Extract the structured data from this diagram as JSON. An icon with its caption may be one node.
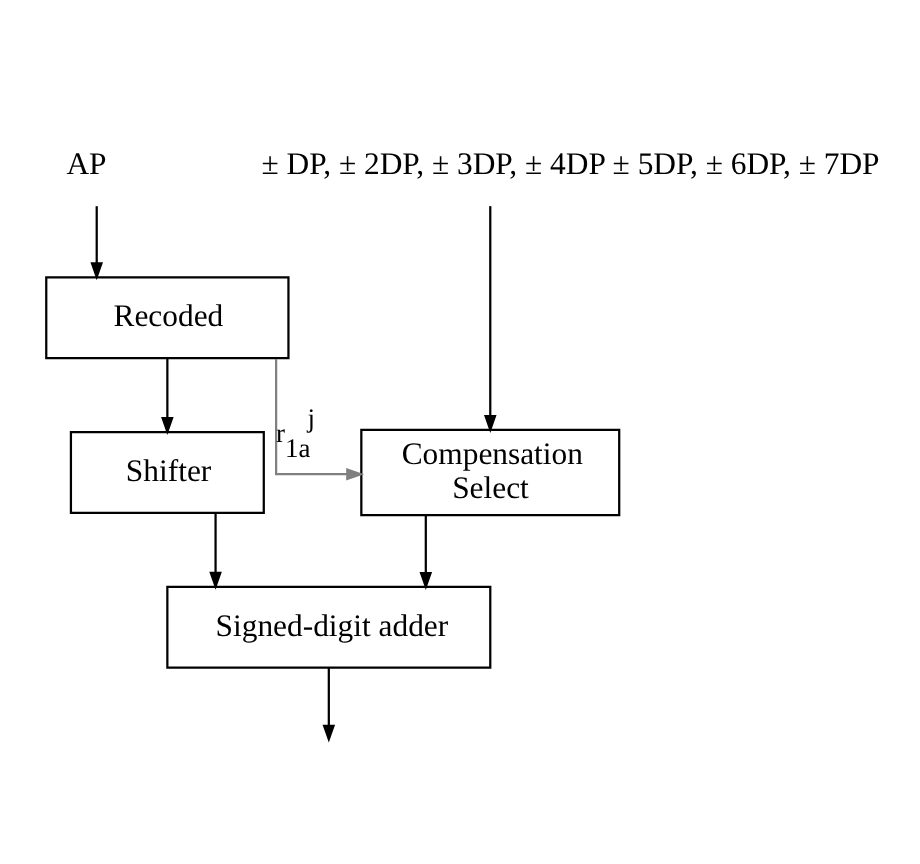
{
  "diagram": {
    "nodes": [
      {
        "text": [
          "AP"
        ]
      },
      {
        "text": [
          "± DP, ± 2DP, ± 3DP, ± 4DP ± 5DP, ± 6DP, ± 7DP"
        ]
      },
      {
        "text": [
          "Recoded"
        ]
      },
      {
        "text": [
          "Shifter"
        ]
      },
      {
        "text": [
          "Compensation Select"
        ]
      },
      {
        "text": [
          "Signed-digit adder"
        ]
      }
    ],
    "edges": [
      {
        "from": 0,
        "to": 2,
        "arrow": "to"
      },
      {
        "from": 1,
        "to": 4,
        "arrow": "to"
      },
      {
        "from": 2,
        "to": 3,
        "arrow": "to"
      },
      {
        "from": 2,
        "to": 4,
        "arrow": "to",
        "label": "r$_{1a}$$^{j}$",
        "color": "#808080"
      },
      {
        "from": 3,
        "to": 5,
        "arrow": "to"
      },
      {
        "from": 4,
        "to": 5,
        "arrow": "to"
      },
      {
        "from": 5,
        "to": null,
        "arrow": "to"
      }
    ]
  }
}
